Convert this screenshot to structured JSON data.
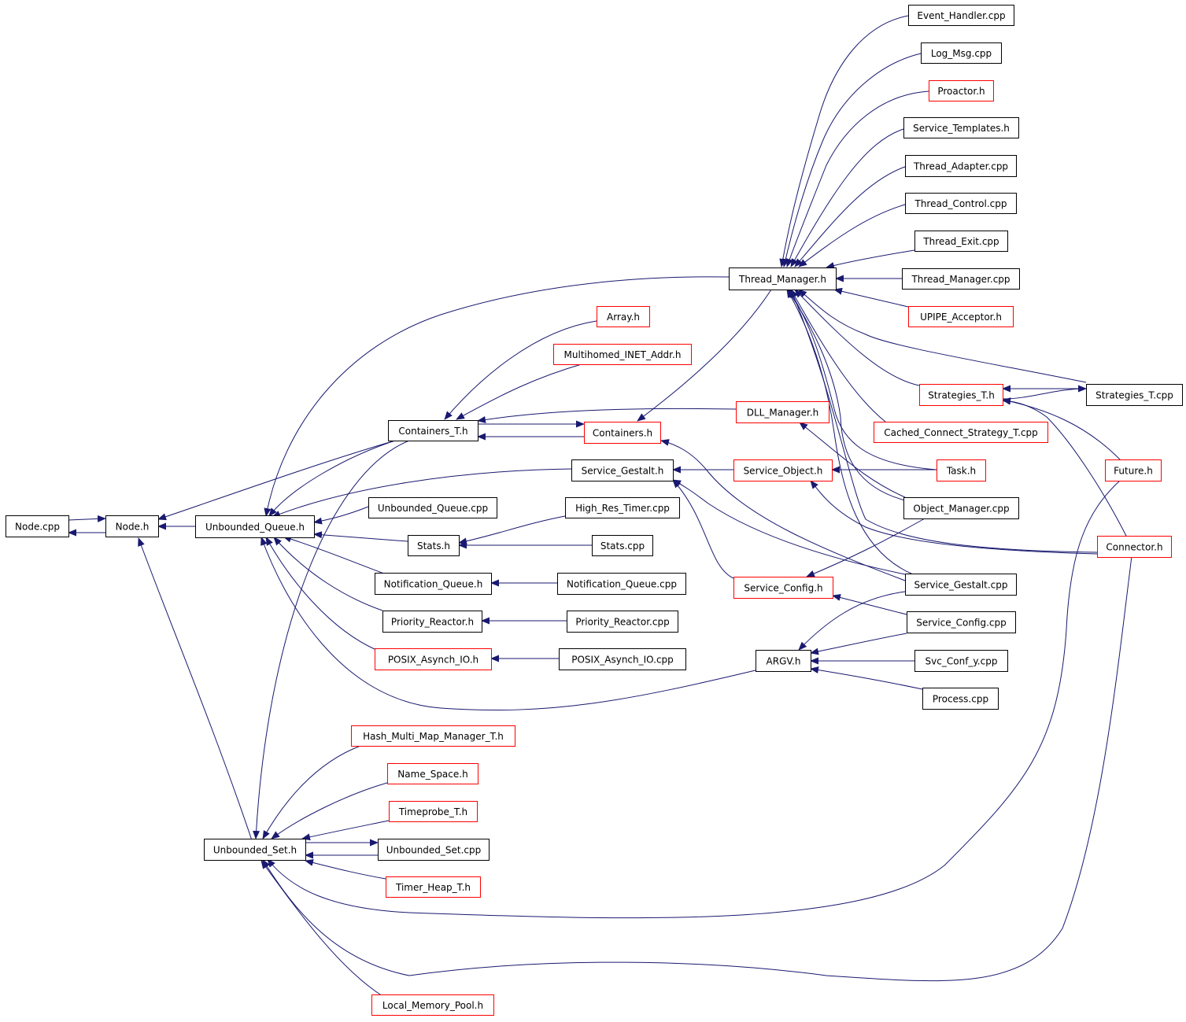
{
  "colors": {
    "edge": "#191970",
    "arrowhead": "#191970",
    "node_border_default": "#000000",
    "node_border_red": "#ff0000",
    "node_fill": "#ffffff",
    "node_fill_root": "#bfbfbf"
  },
  "nodes": [
    {
      "id": "node_cpp",
      "label": "Node.cpp",
      "style": "root"
    },
    {
      "id": "node_h",
      "label": "Node.h",
      "style": "default"
    },
    {
      "id": "unbounded_queue_h",
      "label": "Unbounded_Queue.h",
      "style": "default"
    },
    {
      "id": "unbounded_set_h",
      "label": "Unbounded_Set.h",
      "style": "default"
    },
    {
      "id": "containers_t_h",
      "label": "Containers_T.h",
      "style": "default"
    },
    {
      "id": "containers_h",
      "label": "Containers.h",
      "style": "red"
    },
    {
      "id": "array_h",
      "label": "Array.h",
      "style": "red"
    },
    {
      "id": "multihomed_inet_addr_h",
      "label": "Multihomed_INET_Addr.h",
      "style": "red"
    },
    {
      "id": "thread_manager_h",
      "label": "Thread_Manager.h",
      "style": "default"
    },
    {
      "id": "event_handler_cpp",
      "label": "Event_Handler.cpp",
      "style": "default"
    },
    {
      "id": "log_msg_cpp",
      "label": "Log_Msg.cpp",
      "style": "default"
    },
    {
      "id": "proactor_h",
      "label": "Proactor.h",
      "style": "red"
    },
    {
      "id": "service_templates_h",
      "label": "Service_Templates.h",
      "style": "default"
    },
    {
      "id": "thread_adapter_cpp",
      "label": "Thread_Adapter.cpp",
      "style": "default"
    },
    {
      "id": "thread_control_cpp",
      "label": "Thread_Control.cpp",
      "style": "default"
    },
    {
      "id": "thread_exit_cpp",
      "label": "Thread_Exit.cpp",
      "style": "default"
    },
    {
      "id": "thread_manager_cpp",
      "label": "Thread_Manager.cpp",
      "style": "default"
    },
    {
      "id": "upipe_acceptor_h",
      "label": "UPIPE_Acceptor.h",
      "style": "red"
    },
    {
      "id": "strategies_t_h",
      "label": "Strategies_T.h",
      "style": "red"
    },
    {
      "id": "strategies_t_cpp",
      "label": "Strategies_T.cpp",
      "style": "default"
    },
    {
      "id": "cached_connect_strategy_t_cpp",
      "label": "Cached_Connect_Strategy_T.cpp",
      "style": "red"
    },
    {
      "id": "dll_manager_h",
      "label": "DLL_Manager.h",
      "style": "red"
    },
    {
      "id": "task_h",
      "label": "Task.h",
      "style": "red"
    },
    {
      "id": "future_h",
      "label": "Future.h",
      "style": "red"
    },
    {
      "id": "service_gestalt_h",
      "label": "Service_Gestalt.h",
      "style": "default"
    },
    {
      "id": "service_object_h",
      "label": "Service_Object.h",
      "style": "red"
    },
    {
      "id": "object_manager_cpp",
      "label": "Object_Manager.cpp",
      "style": "default"
    },
    {
      "id": "connector_h",
      "label": "Connector.h",
      "style": "red"
    },
    {
      "id": "service_gestalt_cpp",
      "label": "Service_Gestalt.cpp",
      "style": "default"
    },
    {
      "id": "service_config_h",
      "label": "Service_Config.h",
      "style": "red"
    },
    {
      "id": "service_config_cpp",
      "label": "Service_Config.cpp",
      "style": "default"
    },
    {
      "id": "unbounded_queue_cpp",
      "label": "Unbounded_Queue.cpp",
      "style": "default"
    },
    {
      "id": "stats_h",
      "label": "Stats.h",
      "style": "default"
    },
    {
      "id": "high_res_timer_cpp",
      "label": "High_Res_Timer.cpp",
      "style": "default"
    },
    {
      "id": "stats_cpp",
      "label": "Stats.cpp",
      "style": "default"
    },
    {
      "id": "notification_queue_h",
      "label": "Notification_Queue.h",
      "style": "default"
    },
    {
      "id": "notification_queue_cpp",
      "label": "Notification_Queue.cpp",
      "style": "default"
    },
    {
      "id": "priority_reactor_h",
      "label": "Priority_Reactor.h",
      "style": "default"
    },
    {
      "id": "priority_reactor_cpp",
      "label": "Priority_Reactor.cpp",
      "style": "default"
    },
    {
      "id": "posix_asynch_io_h",
      "label": "POSIX_Asynch_IO.h",
      "style": "red"
    },
    {
      "id": "posix_asynch_io_cpp",
      "label": "POSIX_Asynch_IO.cpp",
      "style": "default"
    },
    {
      "id": "argv_h",
      "label": "ARGV.h",
      "style": "default"
    },
    {
      "id": "svc_conf_y_cpp",
      "label": "Svc_Conf_y.cpp",
      "style": "default"
    },
    {
      "id": "process_cpp",
      "label": "Process.cpp",
      "style": "default"
    },
    {
      "id": "hash_multi_map_manager_t_h",
      "label": "Hash_Multi_Map_Manager_T.h",
      "style": "red"
    },
    {
      "id": "name_space_h",
      "label": "Name_Space.h",
      "style": "red"
    },
    {
      "id": "timeprobe_t_h",
      "label": "Timeprobe_T.h",
      "style": "red"
    },
    {
      "id": "unbounded_set_cpp",
      "label": "Unbounded_Set.cpp",
      "style": "default"
    },
    {
      "id": "timer_heap_t_h",
      "label": "Timer_Heap_T.h",
      "style": "red"
    },
    {
      "id": "local_memory_pool_h",
      "label": "Local_Memory_Pool.h",
      "style": "red"
    }
  ]
}
